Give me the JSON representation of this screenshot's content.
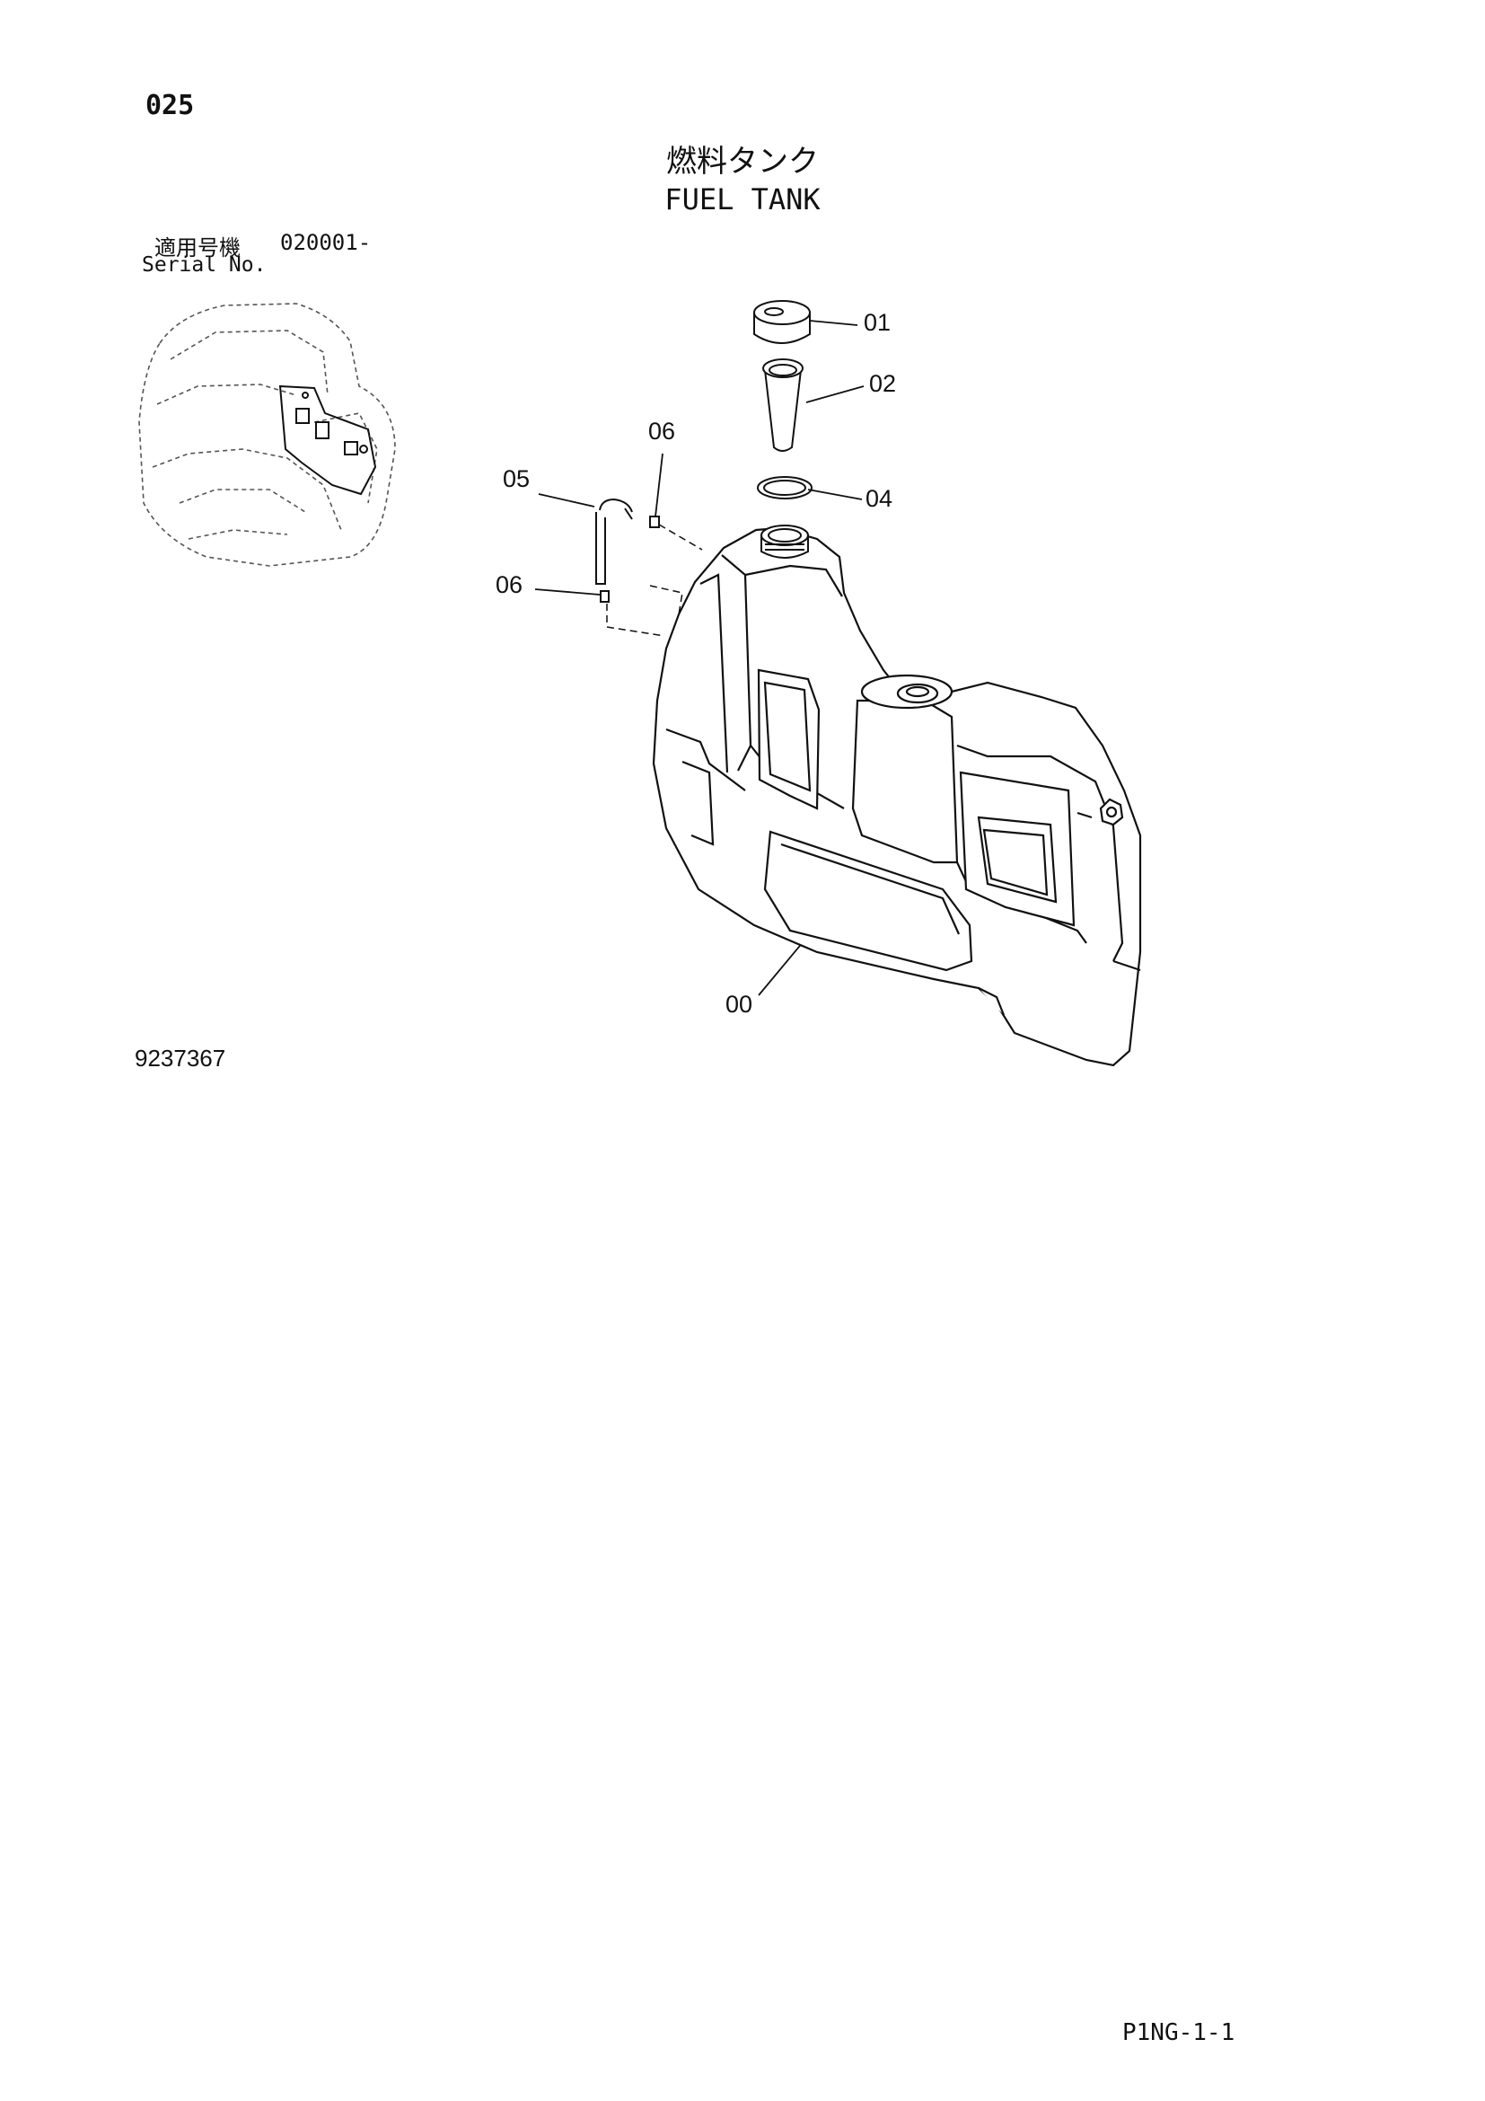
{
  "header": {
    "page_number": "025",
    "title_ja": "燃料タンク",
    "title_en": "FUEL TANK"
  },
  "serial": {
    "label_ja": "適用号機",
    "range": "020001-",
    "label_en": "Serial No."
  },
  "callouts": [
    {
      "label": "01"
    },
    {
      "label": "02"
    },
    {
      "label": "04"
    },
    {
      "label": "06"
    },
    {
      "label": "05"
    },
    {
      "label": "06"
    },
    {
      "label": "00"
    }
  ],
  "footer": {
    "drawing_number": "9237367",
    "sheet_code": "P1NG-1-1"
  }
}
